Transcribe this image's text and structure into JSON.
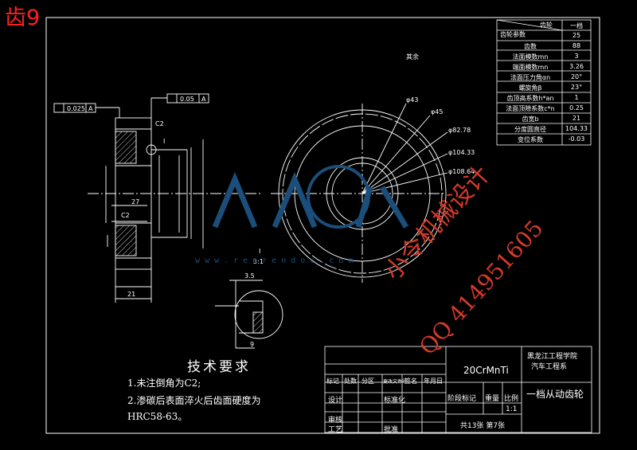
{
  "tag": "齿9",
  "gear_table": {
    "header": [
      "齿轮",
      "一档"
    ],
    "header2": "齿轮参数",
    "rows": [
      [
        "齿数",
        "25"
      ],
      [
        "齿数",
        "88"
      ],
      [
        "法面模数mn",
        "3"
      ],
      [
        "端面模数mn",
        "3.26"
      ],
      [
        "法面压力角αn",
        "20°"
      ],
      [
        "螺旋角β",
        "23°"
      ],
      [
        "齿顶高系数h*an",
        "1"
      ],
      [
        "法面顶隙系数c*n",
        "0.25"
      ],
      [
        "齿宽b",
        "21"
      ],
      [
        "分度圆直径",
        "104.33"
      ],
      [
        "变位系数",
        "-0.03"
      ]
    ]
  },
  "dimensions": {
    "d43": "φ43",
    "d45": "φ45",
    "d8278": "φ82.78",
    "d10433": "φ104.33",
    "d10864": "φ108.64",
    "tol1": "0.025",
    "datum1": "A",
    "tol2": "0.05",
    "datum2": "A",
    "c2a": "C2",
    "c2b": "C2",
    "w27": "27",
    "w21": "21",
    "roughness_other": "其余",
    "view_label": "I",
    "scale": "3:1",
    "w35": "3.5",
    "dep9": "9"
  },
  "tech": {
    "title": "技术要求",
    "line1": "1.未注倒角为C2;",
    "line2": "2.渗碳后表面淬火后齿面硬度为",
    "line3": "HRC58-63。"
  },
  "title_block": {
    "material": "20CrMnTi",
    "school": "黑龙江工程学院",
    "dept": "汽车工程系",
    "part_name": "一档从动齿轮",
    "mark": "标记",
    "count": "处数",
    "zone": "分区",
    "change_doc": "更改文件号",
    "sign": "签名",
    "date": "年月日",
    "design": "设计",
    "standard": "标准化",
    "stage_mark": "阶段标记",
    "weight": "重量",
    "scale_lbl": "比例",
    "scale_val": "1:1",
    "review": "审核",
    "process": "工艺",
    "approve": "批准",
    "sheets": "共13张 第7张"
  },
  "watermark": {
    "line1": "小令机械设计",
    "line2": "QQ 414951605",
    "site": "www.renrendoc.com"
  }
}
